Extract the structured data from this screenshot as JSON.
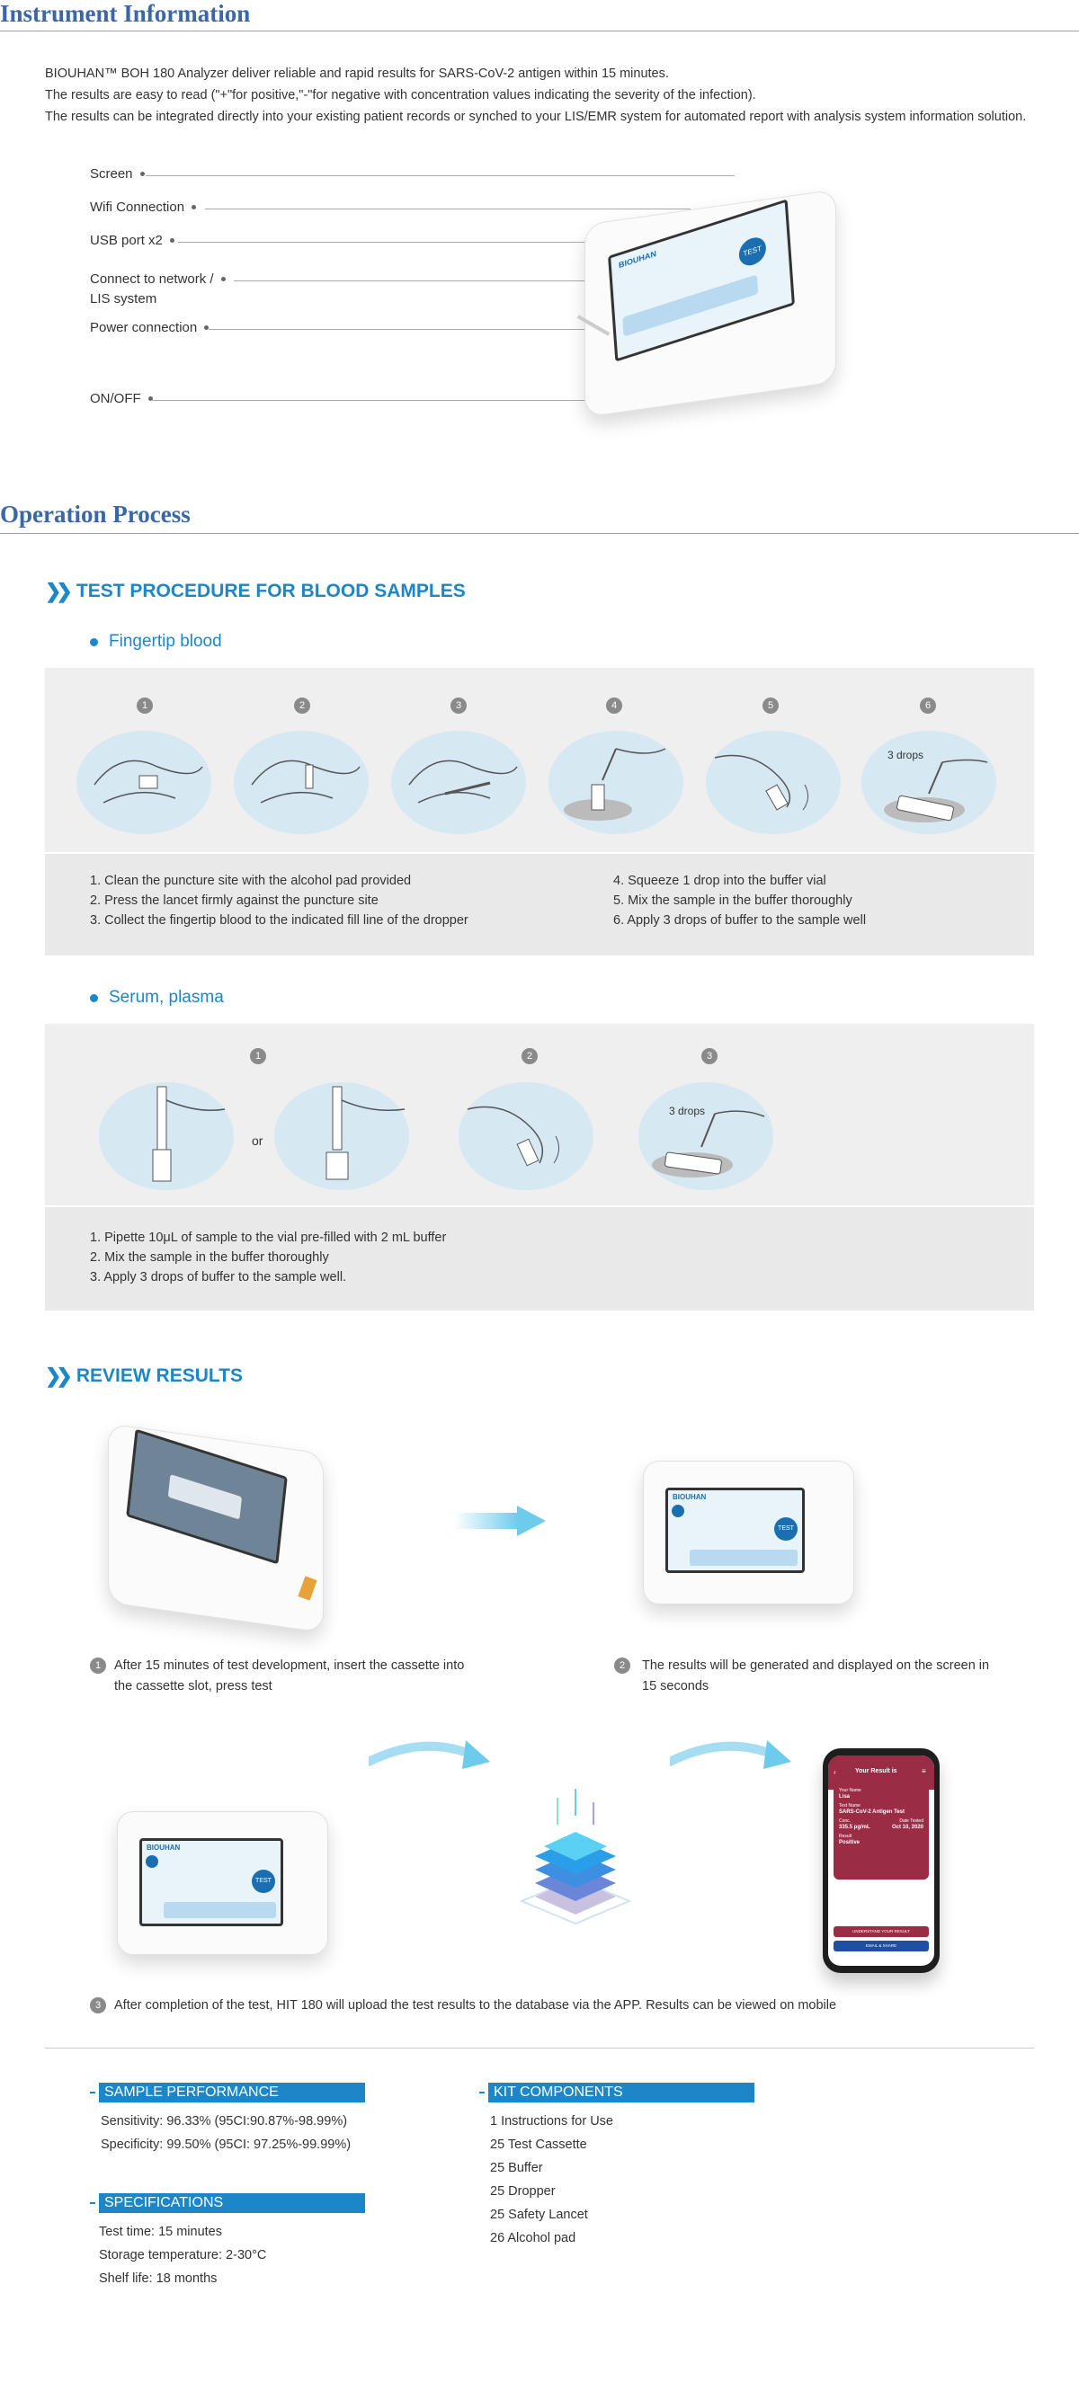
{
  "instrument": {
    "title": "Instrument Information",
    "intro": [
      "BIOUHAN™ BOH 180 Analyzer deliver reliable and rapid results for SARS-CoV-2 antigen within 15 minutes.",
      "The results are easy to read (\"+\"for positive,\"-\"for negative with concentration values indicating the severity of the infection).",
      "The results can be integrated directly into your existing patient records or synched to your LIS/EMR system for automated report with analysis system information solution."
    ],
    "labels": [
      "Screen",
      "Wifi Connection",
      "USB port x2",
      "Connect to network /",
      "LIS system",
      "Power connection",
      "ON/OFF"
    ],
    "brand": "BIOUHAN",
    "screen_button": "TEST"
  },
  "operation": {
    "title": "Operation Process",
    "blood_heading": "TEST PROCEDURE FOR BLOOD SAMPLES",
    "fingertip": {
      "heading": "Fingertip blood",
      "numbers": [
        "1",
        "2",
        "3",
        "4",
        "5",
        "6"
      ],
      "drops_label": "3 drops",
      "steps_left": [
        "1. Clean the puncture site with the alcohol pad provided",
        "2. Press the lancet firmly against the puncture site",
        "3. Collect the fingertip blood to the indicated fill line of the dropper"
      ],
      "steps_right": [
        "4. Squeeze 1 drop into the buffer vial",
        "5. Mix the sample in the buffer thoroughly",
        "6. Apply 3 drops of buffer to the sample well"
      ]
    },
    "serum": {
      "heading": "Serum, plasma",
      "numbers": [
        "1",
        "2",
        "3"
      ],
      "or_label": "or",
      "drops_label": "3 drops",
      "steps": [
        "1. Pipette 10μL of sample to the vial pre-filled with 2 mL buffer",
        "2. Mix the sample in the buffer thoroughly",
        "3. Apply 3 drops of buffer to the sample well."
      ]
    }
  },
  "review": {
    "heading": "REVIEW RESULTS",
    "step1": {
      "num": "1",
      "text1": "After 15 minutes of test development, insert the cassette into",
      "text2": "the cassette slot, press test"
    },
    "step2": {
      "num": "2",
      "text1": "The results will be generated and displayed on the screen in",
      "text2": "15 seconds"
    },
    "step3": {
      "num": "3",
      "text": "After completion of the test, HIT 180 will upload the test results to the database via the APP. Results can be viewed on mobile"
    },
    "phone": {
      "title": "Your Result is",
      "patient_label": "Your Name",
      "patient": "Lisa",
      "test_label": "Test Name",
      "test": "SARS-CoV-2 Antigen Test",
      "conc_label": "Conc.",
      "conc": "335.5 pg/mL",
      "date_label": "Date Tested",
      "date": "Oct 10, 2020",
      "result_label": "Result",
      "result": "Positive",
      "btn1": "UNDERSTAND YOUR RESULT",
      "btn2": "EMAIL & SHARE"
    }
  },
  "specs": {
    "performance_title": "SAMPLE PERFORMANCE",
    "performance": [
      "Sensitivity: 96.33% (95CI:90.87%-98.99%)",
      "Specificity: 99.50% (95CI: 97.25%-99.99%)"
    ],
    "spec_title": "SPECIFICATIONS",
    "spec": [
      "Test time: 15 minutes",
      "Storage temperature: 2-30°C",
      "Shelf life: 18 months"
    ],
    "kit_title": "KIT COMPONENTS",
    "kit": [
      "1 Instructions for Use",
      "25 Test Cassette",
      "25 Buffer",
      "25 Dropper",
      "25 Safety Lancet",
      "26 Alcohol pad"
    ]
  },
  "colors": {
    "section_title": "#3a67a8",
    "accent": "#1b87c9",
    "panel": "#efefef",
    "phone_card": "#9b2c45"
  }
}
